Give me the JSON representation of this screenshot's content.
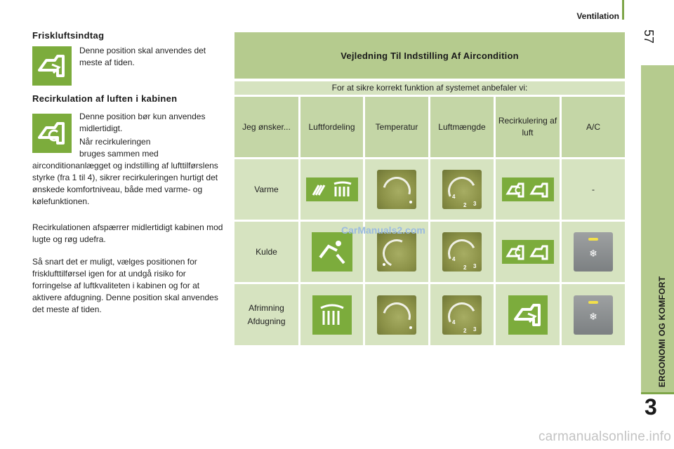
{
  "header": {
    "section_title": "Ventilation",
    "page_number": "57"
  },
  "side_tab": {
    "chapter_label": "ERGONOMI OG KOMFORT",
    "chapter_number": "3"
  },
  "fresh_air": {
    "heading": "Friskluftsindtag",
    "text": "Denne position skal anvendes det meste af tiden."
  },
  "recirc": {
    "heading": "Recirkulation af luften i kabinen",
    "text1": "Denne position bør kun anvendes midlertidigt.",
    "text2a": "Når recirkuleringen",
    "text2b": "bruges sammen med",
    "text2c": "airconditionanlægget og indstilling af lufttilførslens styrke (fra 1 til 4), sikrer recirkuleringen hurtigt det ønskede komfortniveau, både med varme- og kølefunktionen.",
    "text3": "Recirkulationen afspærrer midlertidigt kabinen mod lugte og røg udefra.",
    "text4": "Så snart det er muligt, vælges positionen for frisklufttilførsel igen for at undgå risiko for forringelse af luftkvaliteten i kabinen og for at aktivere afdugning. Denne position skal anvendes det meste af tiden."
  },
  "table": {
    "title": "Vejledning Til Indstilling Af Aircondition",
    "subtitle": "For at sikre korrekt funktion af systemet anbefaler vi:",
    "columns": [
      "Jeg ønsker...",
      "Luftfordeling",
      "Temperatur",
      "Luftmængde",
      "Recirkulering af luft",
      "A/C"
    ],
    "rows": [
      {
        "label": "Varme",
        "ac": "-"
      },
      {
        "label": "Kulde",
        "ac": ""
      },
      {
        "label1": "Afrimning",
        "label2": "Afdugning",
        "ac": ""
      }
    ]
  },
  "icons": {
    "fresh_air": "fresh-air-icon",
    "recirc": "recirculation-icon",
    "defrost": "defrost-icon",
    "face_vent": "face-vent-icon",
    "temp_knob": "temperature-knob-icon",
    "fan_knob": "fan-speed-knob-icon",
    "ac_button": "ac-button-icon"
  },
  "colors": {
    "accent_green": "#7cac3c",
    "table_header": "#b5cb8e",
    "table_cell": "#d6e3c0"
  },
  "watermarks": {
    "center": "CarManuals2.com",
    "footer": "carmanualsonline.info"
  }
}
